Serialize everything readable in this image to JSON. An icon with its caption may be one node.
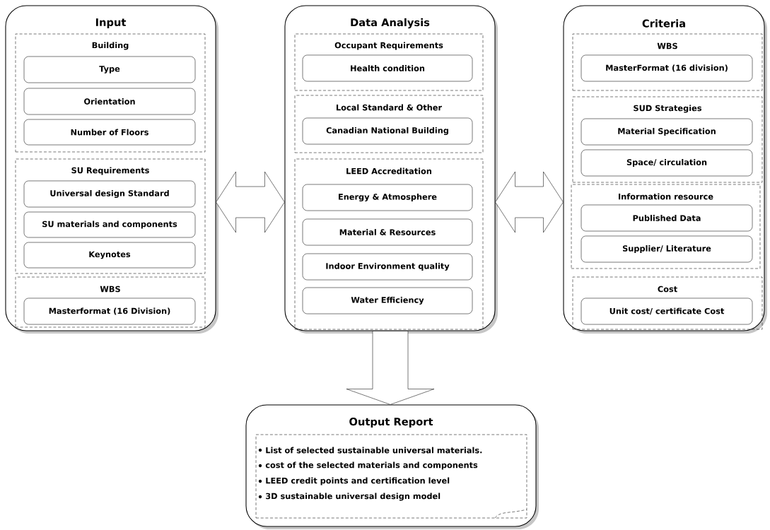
{
  "diagram": {
    "nodes": [
      {
        "text": [
          "Input"
        ]
      },
      {
        "text": [
          "Building"
        ],
        "in": 0
      },
      {
        "text": [
          "Type"
        ],
        "in": 1
      },
      {
        "text": [
          "Orientation"
        ],
        "in": 1
      },
      {
        "text": [
          "Number of Floors"
        ],
        "in": 1
      },
      {
        "text": [
          "SU Requirements"
        ],
        "in": 0
      },
      {
        "text": [
          "Universal design Standard"
        ],
        "in": 5
      },
      {
        "text": [
          "SU materials and components"
        ],
        "in": 5
      },
      {
        "text": [
          "Keynotes"
        ],
        "in": 5
      },
      {
        "text": [
          "WBS"
        ],
        "in": 0
      },
      {
        "text": [
          "Masterformat (16 Division)"
        ],
        "in": 9
      },
      {
        "text": [
          "Data Analysis"
        ]
      },
      {
        "text": [
          "Occupant Requirements"
        ],
        "in": 11
      },
      {
        "text": [
          "Health condition"
        ],
        "in": 12
      },
      {
        "text": [
          "Local Standard & Other"
        ],
        "in": 11
      },
      {
        "text": [
          "Canadian National Building"
        ],
        "in": 14
      },
      {
        "text": [
          "LEED Accreditation"
        ],
        "in": 11
      },
      {
        "text": [
          "Energy & Atmosphere"
        ],
        "in": 16
      },
      {
        "text": [
          "Material & Resources"
        ],
        "in": 16
      },
      {
        "text": [
          "Indoor Environment quality"
        ],
        "in": 16
      },
      {
        "text": [
          "Water Efficiency"
        ],
        "in": 16
      },
      {
        "text": [
          "Criteria"
        ]
      },
      {
        "text": [
          "WBS"
        ],
        "in": 21
      },
      {
        "text": [
          "MasterFormat (16 division)"
        ],
        "in": 22
      },
      {
        "text": [
          "SUD Strategies"
        ],
        "in": 21
      },
      {
        "text": [
          "Material Specification"
        ],
        "in": 24
      },
      {
        "text": [
          "Space/ circulation"
        ],
        "in": 24
      },
      {
        "text": [
          "Information resource"
        ],
        "in": 21
      },
      {
        "text": [
          "Published Data"
        ],
        "in": 27
      },
      {
        "text": [
          "Supplier/ Literature"
        ],
        "in": 27
      },
      {
        "text": [
          "Cost"
        ],
        "in": 21
      },
      {
        "text": [
          "Unit cost/ certificate Cost"
        ],
        "in": 30
      },
      {
        "text": [
          "Output Report"
        ]
      },
      {
        "text": [
          "List of selected sustainable universal materials.",
          "cost of the selected materials and components",
          "LEED credit points and certification level",
          "3D sustainable universal design model"
        ],
        "in": 32
      }
    ],
    "edges": [
      {
        "from": 0,
        "to": 11,
        "arrow": "both"
      },
      {
        "from": 11,
        "to": 21,
        "arrow": "both"
      },
      {
        "from": 11,
        "to": 32,
        "arrow": "to"
      }
    ]
  }
}
